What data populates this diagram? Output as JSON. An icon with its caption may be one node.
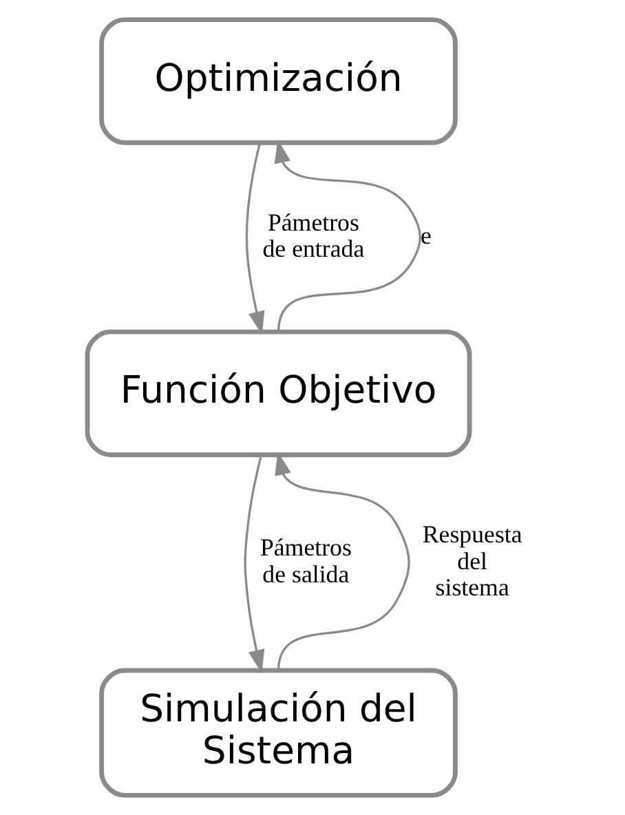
{
  "diagram": {
    "nodes": [
      {
        "text": [
          "Optimización"
        ]
      },
      {
        "text": [
          "Función Objetivo"
        ]
      },
      {
        "text": [
          "Simulación del Sistema"
        ]
      }
    ],
    "edges": [
      {
        "from": 0,
        "to": 1,
        "arrow": "to",
        "label": "Pámetros de entrada"
      },
      {
        "from": 1,
        "to": 0,
        "arrow": "to",
        "label": "e"
      },
      {
        "from": 1,
        "to": 2,
        "arrow": "to",
        "label": "Pámetros de salida"
      },
      {
        "from": 2,
        "to": 1,
        "arrow": "to",
        "label": "Respuesta del sistema"
      }
    ]
  }
}
